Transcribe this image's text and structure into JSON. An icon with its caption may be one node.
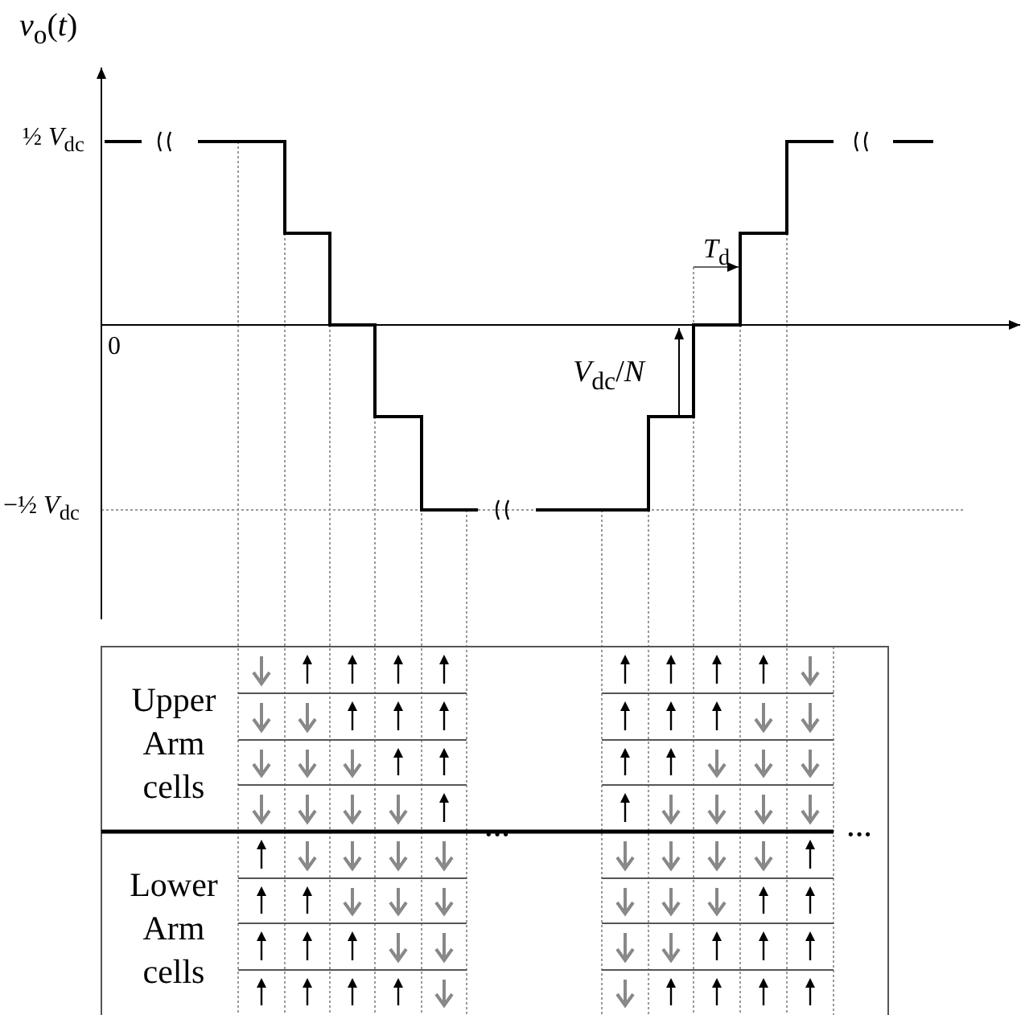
{
  "diagram": {
    "labels": [
      "*v*$_{o}$(*t*)",
      "½ *V*$_{dc}$",
      "0",
      "−½ *V*$_{dc}$",
      "*T*$_{d}$",
      "*V*$_{dc}$/*N*",
      "Upper Arm cells",
      "Lower Arm cells",
      "···",
      "···"
    ]
  }
}
